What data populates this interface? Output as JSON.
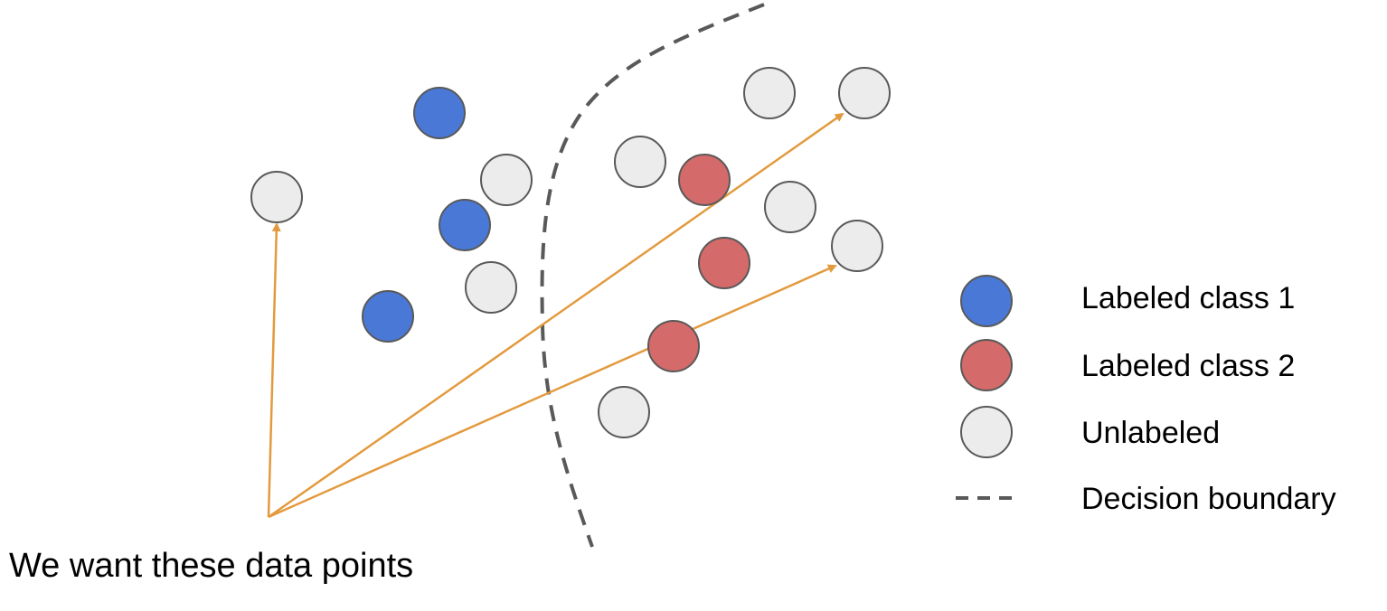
{
  "colors": {
    "labeled_class_1": "#4a78d6",
    "labeled_class_2": "#d46a6a",
    "unlabeled": "#ececec",
    "outline": "#595959",
    "boundary": "#595959",
    "arrow": "#e39a3e"
  },
  "caption": "We want these data points",
  "legend": {
    "labeled_class_1": "Labeled class 1",
    "labeled_class_2": "Labeled class 2",
    "unlabeled": "Unlabeled",
    "decision_boundary": "Decision boundary"
  },
  "points": [
    {
      "kind": "labeled_class_1",
      "highlighted": false
    },
    {
      "kind": "labeled_class_1",
      "highlighted": false
    },
    {
      "kind": "labeled_class_1",
      "highlighted": false
    },
    {
      "kind": "labeled_class_2",
      "highlighted": false
    },
    {
      "kind": "labeled_class_2",
      "highlighted": false
    },
    {
      "kind": "labeled_class_2",
      "highlighted": false
    },
    {
      "kind": "unlabeled",
      "highlighted": true
    },
    {
      "kind": "unlabeled",
      "highlighted": false
    },
    {
      "kind": "unlabeled",
      "highlighted": false
    },
    {
      "kind": "unlabeled",
      "highlighted": false
    },
    {
      "kind": "unlabeled",
      "highlighted": false
    },
    {
      "kind": "unlabeled",
      "highlighted": false
    },
    {
      "kind": "unlabeled",
      "highlighted": true
    },
    {
      "kind": "unlabeled",
      "highlighted": false
    },
    {
      "kind": "unlabeled",
      "highlighted": true
    }
  ]
}
